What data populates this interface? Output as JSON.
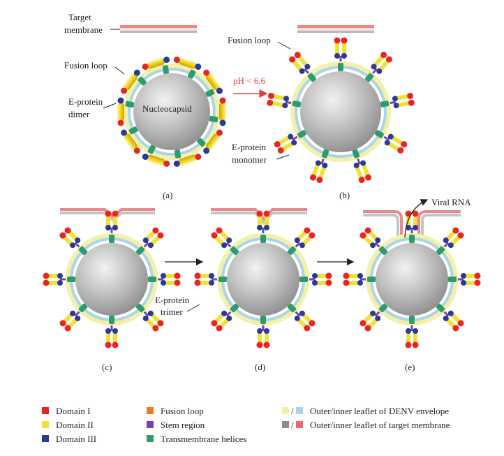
{
  "labels": {
    "target_membrane": [
      "Target",
      "membrane"
    ],
    "fusion_loop_a": "Fusion loop",
    "e_protein_dimer": [
      "E-protein",
      "dimer"
    ],
    "nucleocapsid": "Nucleocapsid",
    "ph_condition": "pH < 6.6",
    "fusion_loop_b": "Fusion loop",
    "e_protein_monomer": [
      "E-protein",
      "monomer"
    ],
    "e_protein_trimer": [
      "E-protein",
      "trimer"
    ],
    "viral_rna": "Viral RNA"
  },
  "panels": [
    "(a)",
    "(b)",
    "(c)",
    "(d)",
    "(e)"
  ],
  "legend": [
    {
      "label": "Domain I",
      "color": "#e8261f"
    },
    {
      "label": "Domain II",
      "color": "#f0e23a"
    },
    {
      "label": "Domain III",
      "color": "#2a3a9a"
    },
    {
      "label": "Fusion loop",
      "color": "#f07a22"
    },
    {
      "label": "Stem region",
      "color": "#7e3fa8"
    },
    {
      "label": "Transmembrane helices",
      "color": "#2f9a6a"
    },
    {
      "label": "Outer/inner leaflet of DENV envelope",
      "colors": [
        "#f4f0a8",
        "#a8d4f0"
      ]
    },
    {
      "label": "Outer/inner leaflet of target membrane",
      "colors": [
        "#8a8a8a",
        "#e86a6a"
      ]
    }
  ],
  "colors": {
    "accent_red": "#e0403a",
    "nucleocapsid": "#b8b8b8",
    "envelope_outer": "#f2f0a0",
    "envelope_inner": "#a8cfee"
  }
}
